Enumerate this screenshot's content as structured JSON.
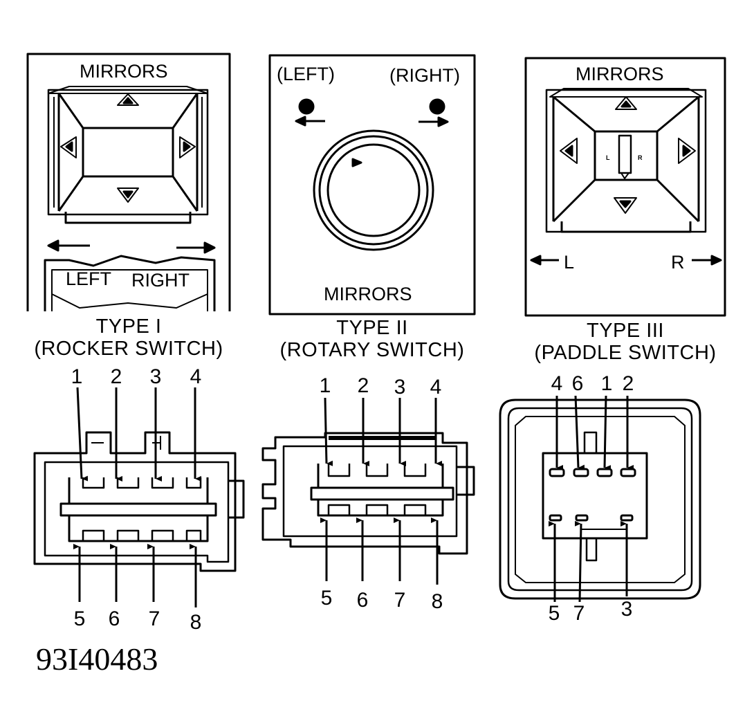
{
  "figure_id": "93I40483",
  "types": [
    {
      "title": "TYPE I",
      "subtitle": "(ROCKER SWITCH)",
      "panel_label": "MIRRORS",
      "selector_left": "LEFT",
      "selector_right": "RIGHT",
      "pins_top": [
        "1",
        "2",
        "3",
        "4"
      ],
      "pins_bottom": [
        "5",
        "6",
        "7",
        "8"
      ]
    },
    {
      "title": "TYPE II",
      "subtitle": "(ROTARY SWITCH)",
      "panel_label": "MIRRORS",
      "label_left": "(LEFT)",
      "label_right": "(RIGHT)",
      "pins_top": [
        "1",
        "2",
        "3",
        "4"
      ],
      "pins_bottom": [
        "5",
        "6",
        "7",
        "8"
      ]
    },
    {
      "title": "TYPE III",
      "subtitle": "(PADDLE SWITCH)",
      "panel_label": "MIRRORS",
      "paddle_left": "L",
      "paddle_right": "R",
      "side_left": "L",
      "side_right": "R",
      "pins_top": [
        "4",
        "6",
        "1",
        "2"
      ],
      "pins_bottom": [
        "5",
        "7",
        "3"
      ]
    }
  ],
  "colors": {
    "ink": "#000000",
    "paper": "#ffffff"
  }
}
